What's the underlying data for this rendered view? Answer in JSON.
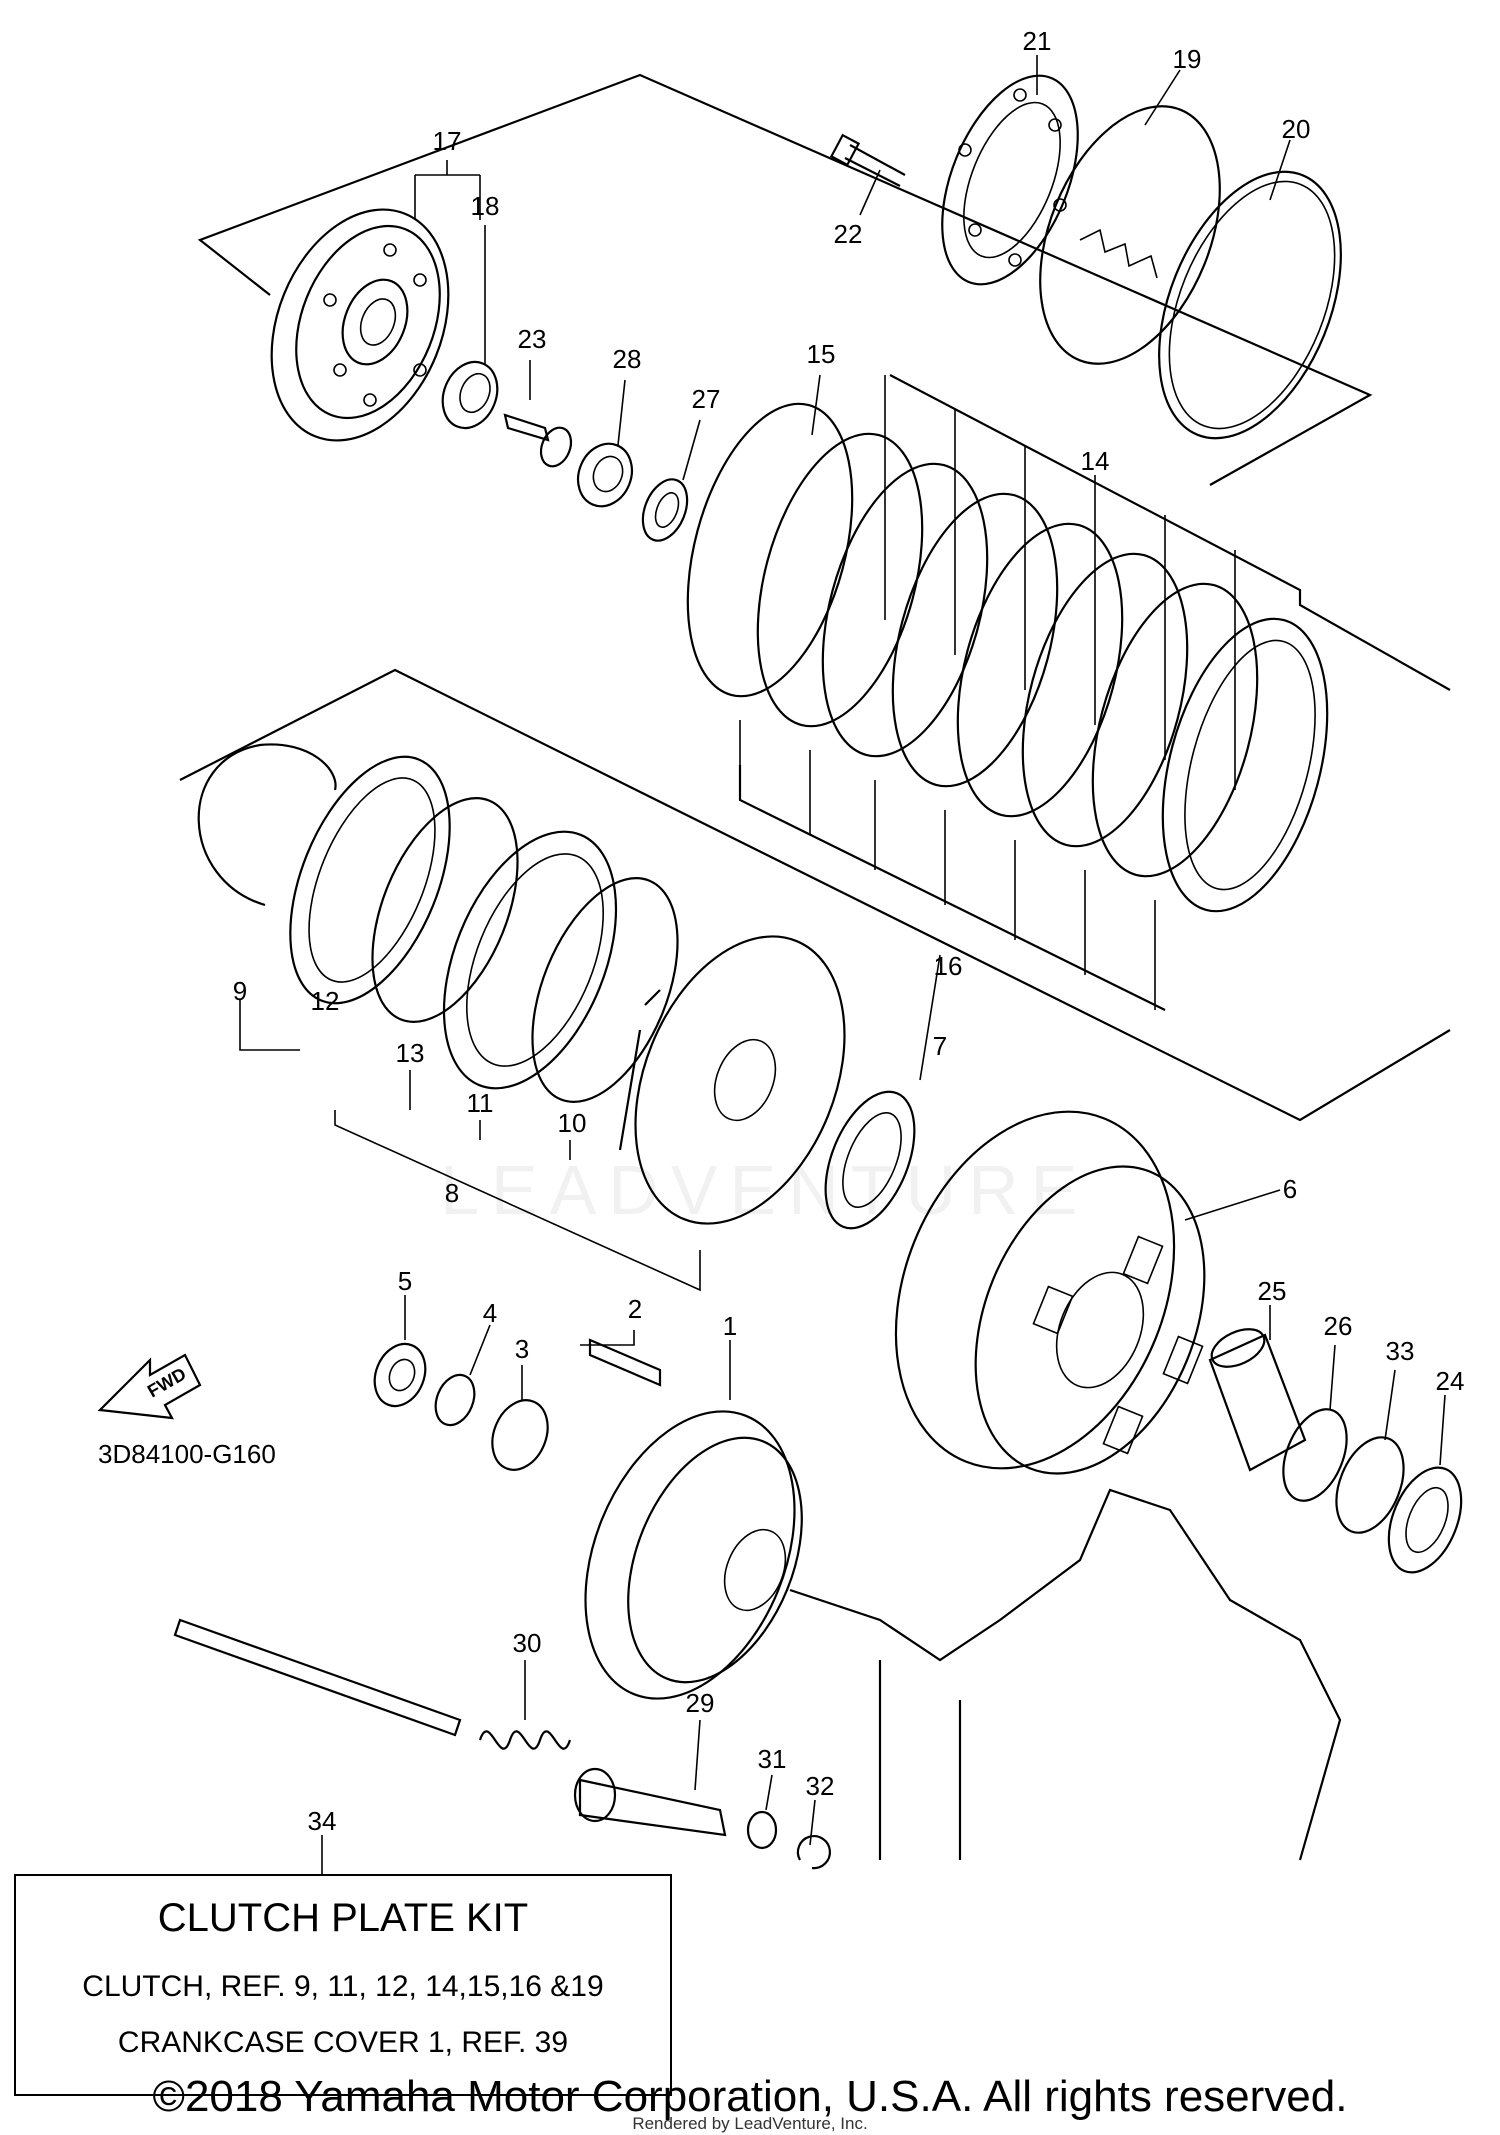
{
  "diagram_code": "3D84100-G160",
  "fwd_label": "FWD",
  "watermark": "LEADVENTURE",
  "kit": {
    "title": "CLUTCH PLATE KIT",
    "line1": "CLUTCH, REF.  9, 11, 12, 14,15,16 &19",
    "line2": "CRANKCASE COVER 1, REF.  39"
  },
  "copyright": "©2018 Yamaha Motor Corporation, U.S.A. All rights reserved.",
  "rendered_by": "Rendered by LeadVenture, Inc.",
  "callouts": {
    "c1": "1",
    "c2": "2",
    "c3": "3",
    "c4": "4",
    "c5": "5",
    "c6": "6",
    "c7": "7",
    "c8": "8",
    "c9": "9",
    "c10": "10",
    "c11": "11",
    "c12": "12",
    "c13": "13",
    "c14": "14",
    "c15": "15",
    "c16": "16",
    "c17": "17",
    "c18": "18",
    "c19": "19",
    "c20": "20",
    "c21": "21",
    "c22": "22",
    "c23": "23",
    "c24": "24",
    "c25": "25",
    "c26": "26",
    "c27": "27",
    "c28": "28",
    "c29": "29",
    "c30": "30",
    "c31": "31",
    "c32": "32",
    "c33": "33",
    "c34": "34"
  }
}
